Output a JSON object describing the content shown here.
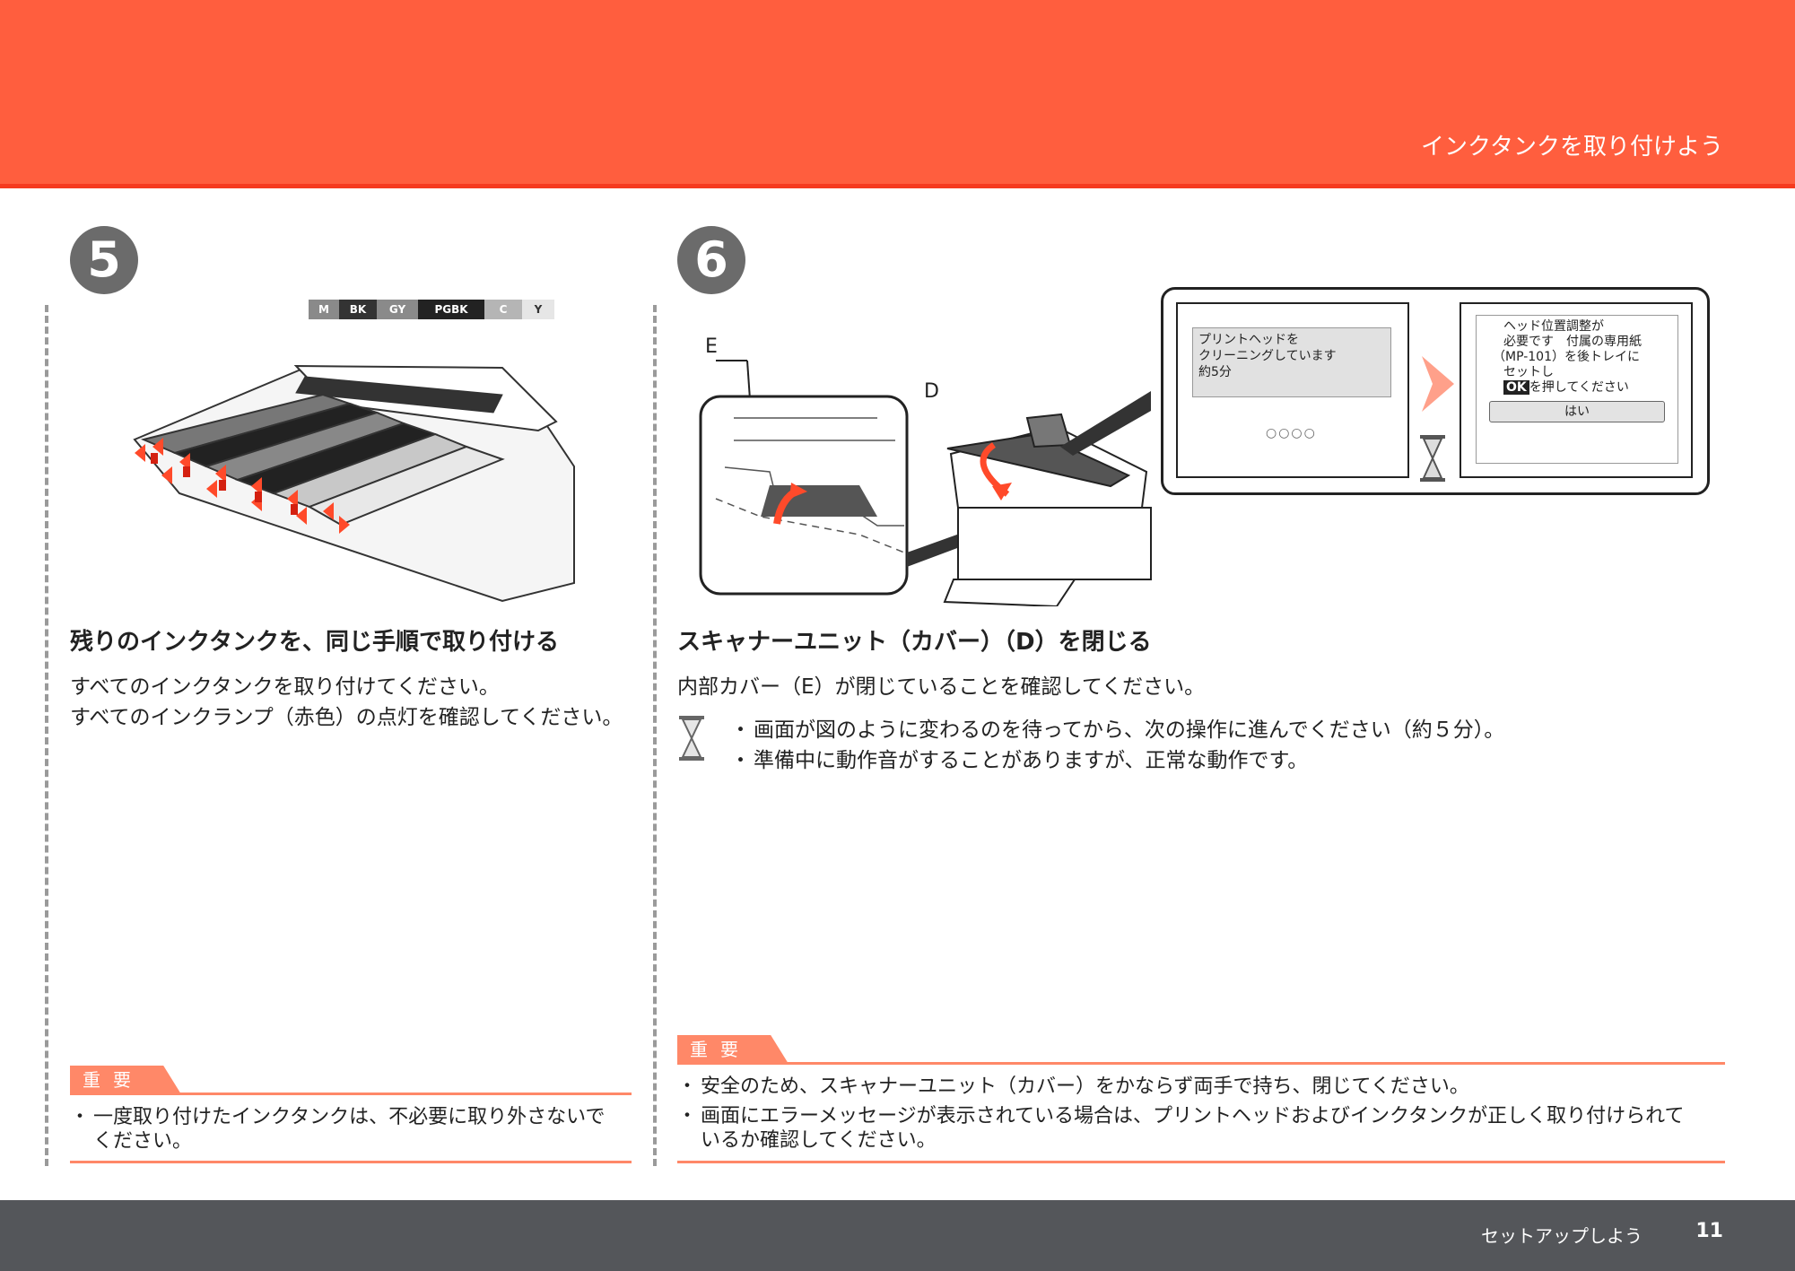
{
  "header": {
    "title": "インクタンクを取り付けよう"
  },
  "footer": {
    "label": "セットアップしよう",
    "page": "11"
  },
  "step5": {
    "number": "5",
    "ink_labels": [
      "M",
      "BK",
      "GY",
      "PGBK",
      "C",
      "Y"
    ],
    "title": "残りのインクタンクを、同じ手順で取り付ける",
    "body_line1": "すべてのインクタンクを取り付けてください。",
    "body_line2": "すべてのインクランプ（赤色）の点灯を確認してください。",
    "important_label": "重要",
    "important_line1": "一度取り付けたインクタンクは、不必要に取り外さないで",
    "important_line2": "ください。"
  },
  "step6": {
    "number": "6",
    "label_e": "E",
    "label_d": "D",
    "screen1_line1": "プリントヘッドを",
    "screen1_line2": "クリーニングしています",
    "screen1_line3": "約5分",
    "screen2_line1": "ヘッド位置調整が",
    "screen2_line2": "必要です　付属の専用紙",
    "screen2_line3": "（MP-101）を後トレイに",
    "screen2_line4": "セットし",
    "screen2_ok": "OK",
    "screen2_line5": "を押してください",
    "screen2_button": "はい",
    "title": "スキャナーユニット（カバー）（D）を閉じる",
    "body": "内部カバー（E）が閉じていることを確認してください。",
    "wait_note1": "画面が図のように変わるのを待ってから、次の操作に進んでください（約５分）。",
    "wait_note2": "準備中に動作音がすることがありますが、正常な動作です。",
    "important_label": "重要",
    "important1": "安全のため、スキャナーユニット（カバー）をかならず両手で持ち、閉じてください。",
    "important2_line1": "画面にエラーメッセージが表示されている場合は、プリントヘッドおよびインクタンクが正しく取り付けられて",
    "important2_line2": "いるか確認してください。"
  },
  "colors": {
    "header": "#ff5e3e",
    "accent": "#ff8868",
    "footer": "#54565a",
    "step_circle": "#6b6b6b"
  }
}
